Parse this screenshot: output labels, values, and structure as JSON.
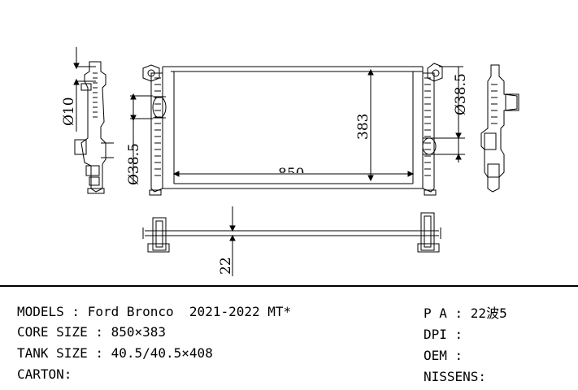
{
  "dimensions": {
    "width_label": "850",
    "height_label": "383",
    "left_pipe_label": "Ø38.5",
    "right_pipe_label": "Ø38.5",
    "small_pipe_label": "Ø10",
    "thickness_label": "22"
  },
  "specs": {
    "models": "MODELS : Ford Bronco  2021-2022 MT*",
    "core_size": "CORE SIZE : 850×383",
    "tank_size": "TANK SIZE : 40.5/40.5×408",
    "carton": "CARTON:",
    "pa": "P A : 22波5",
    "dpi": "DPI :",
    "oem": "OEM :",
    "nissens": "NISSENS:"
  }
}
